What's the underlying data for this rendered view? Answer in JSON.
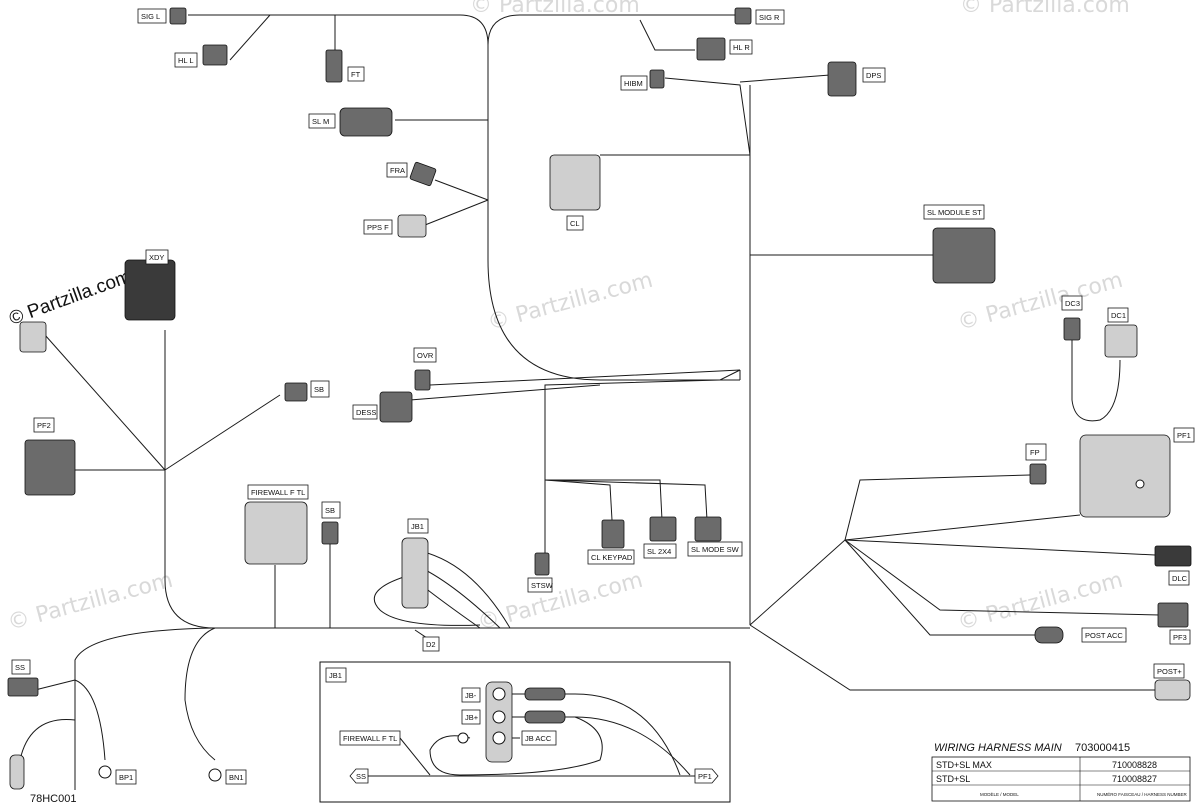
{
  "title_block": {
    "title": "WIRING HARNESS  MAIN",
    "part_number": "703000415",
    "rows": [
      {
        "model": "STD+SL MAX",
        "harness": "710008828"
      },
      {
        "model": "STD+SL",
        "harness": "710008827"
      }
    ],
    "col_model": "MODÈLE / MODEL",
    "col_harness": "NUMÉRO FAISCEAU / HARNESS NUMBER"
  },
  "drawing_code": "78HC001",
  "watermark": "© Partzilla.com",
  "inset_label": "JB1",
  "labels": {
    "sig_l": "SIG L",
    "hl_l": "HL L",
    "ft": "FT",
    "sl_m": "SL M",
    "fra": "FRA",
    "pps_f": "PPS F",
    "sig_r": "SIG R",
    "hl_r": "HL R",
    "hibm": "HIBM",
    "dps": "DPS",
    "cl": "CL",
    "sl_module_st": "SL MODULE ST",
    "xdy": "XDY",
    "pf2": "PF2",
    "sb1": "SB",
    "ovr": "OVR",
    "dess": "DESS",
    "firewall_f_tl": "FIREWALL F TL",
    "sb2": "SB",
    "jb1": "JB1",
    "d2": "D2",
    "stsw": "STSW",
    "cl_keypad": "CL KEYPAD",
    "sl_2x4": "SL 2X4",
    "sl_mode_sw": "SL MODE SW",
    "dc3": "DC3",
    "dc1": "DC1",
    "pf1": "PF1",
    "fp": "FP",
    "dlc": "DLC",
    "pf3": "PF3",
    "post_acc": "POST ACC",
    "post_plus": "POST+",
    "ss": "SS",
    "bp1": "BP1",
    "bn1": "BN1",
    "inset_jb_minus": "JB-",
    "inset_jb_plus": "JB+",
    "inset_jb_acc": "JB ACC",
    "inset_firewall": "FIREWALL F TL",
    "inset_ss": "SS",
    "inset_pf1": "PF1"
  }
}
